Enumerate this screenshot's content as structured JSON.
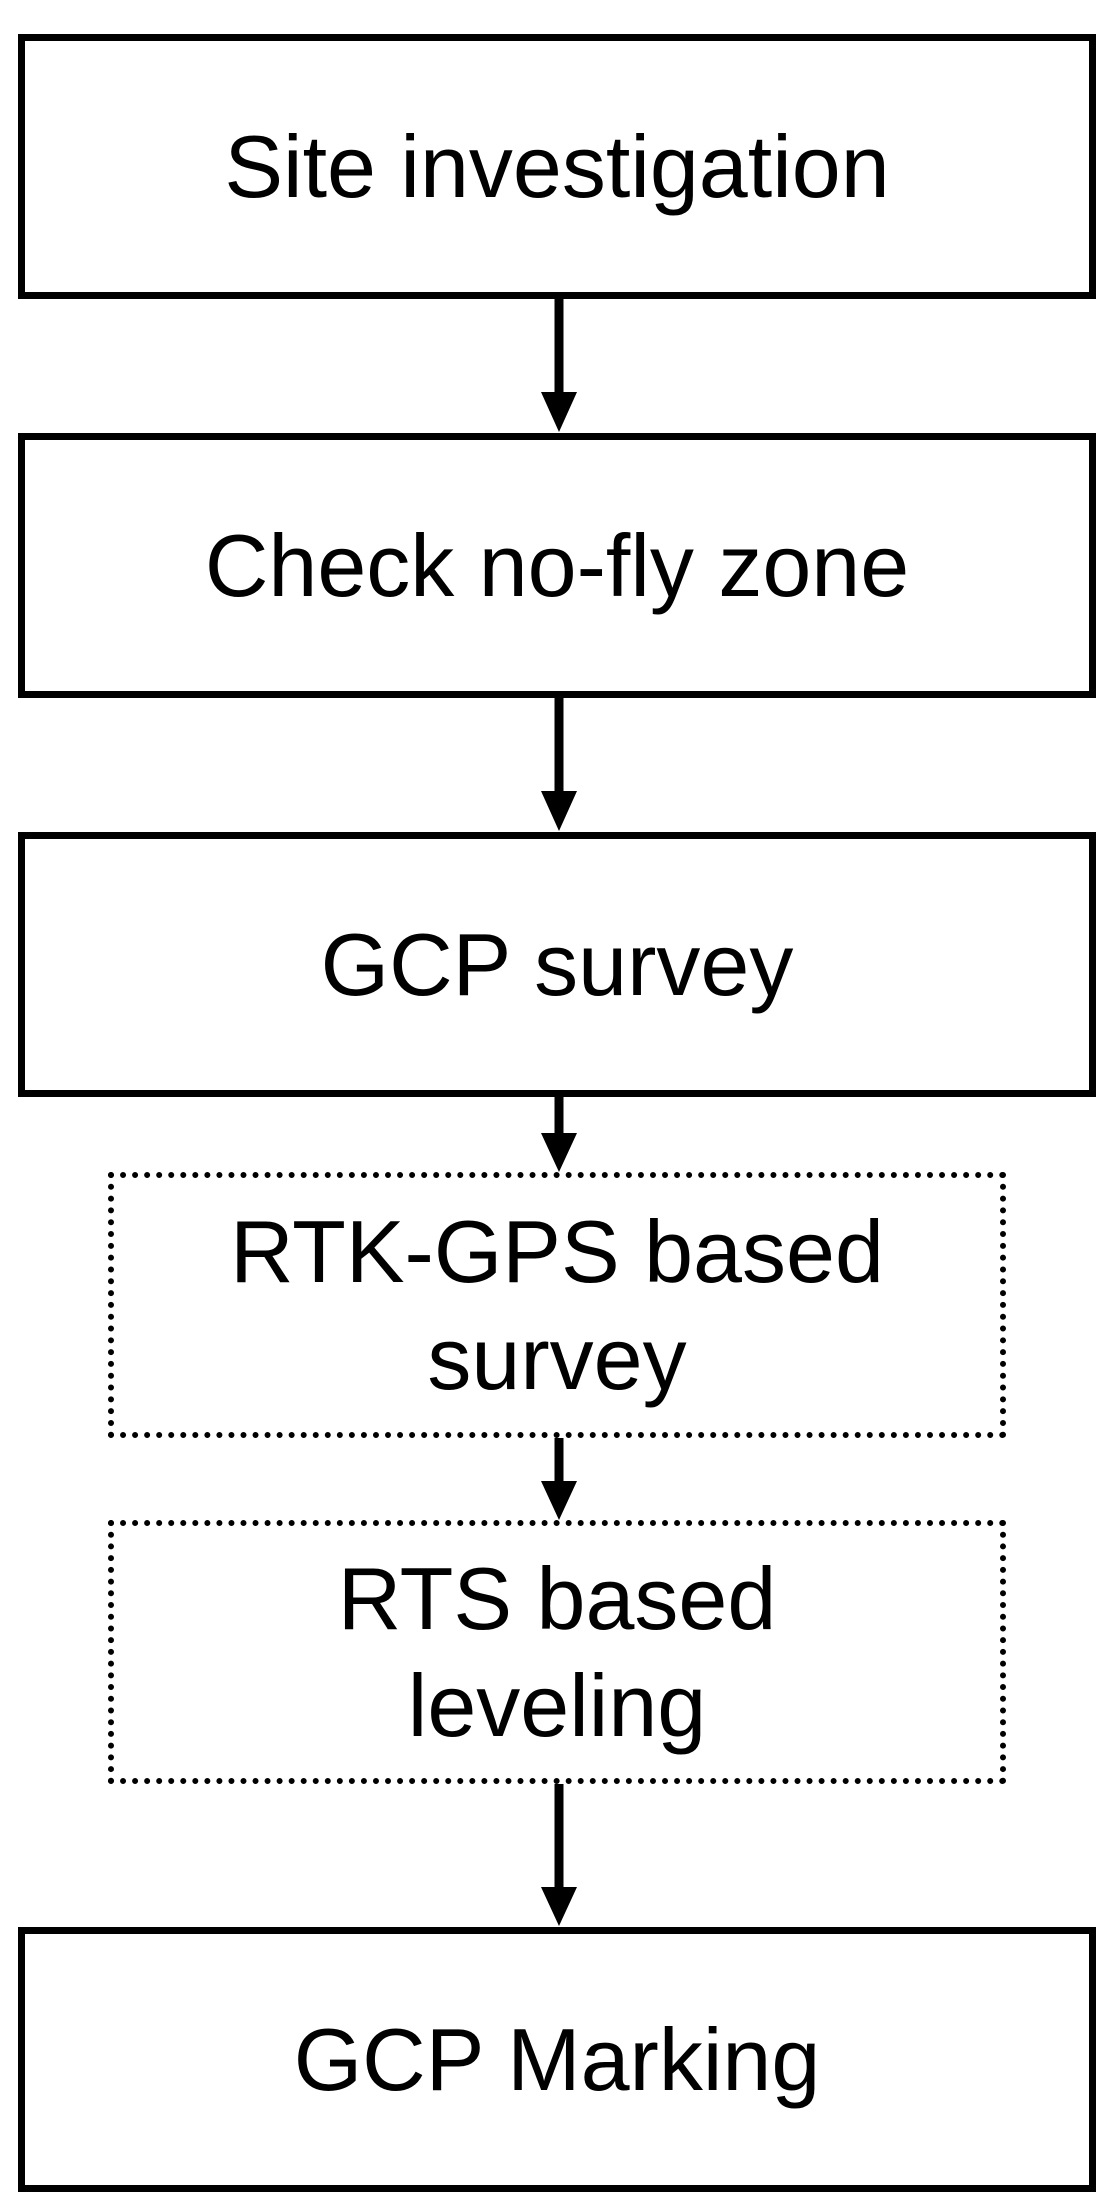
{
  "steps": [
    {
      "label": "Site investigation"
    },
    {
      "label": "Check no-fly zone"
    },
    {
      "label": "GCP survey"
    },
    {
      "label": "GCP Marking"
    }
  ],
  "substeps": [
    {
      "label": "RTK-GPS based\nsurvey"
    },
    {
      "label": "RTS based\nleveling"
    }
  ],
  "colors": {
    "stroke": "#000000",
    "background": "#ffffff",
    "text": "#000000"
  }
}
